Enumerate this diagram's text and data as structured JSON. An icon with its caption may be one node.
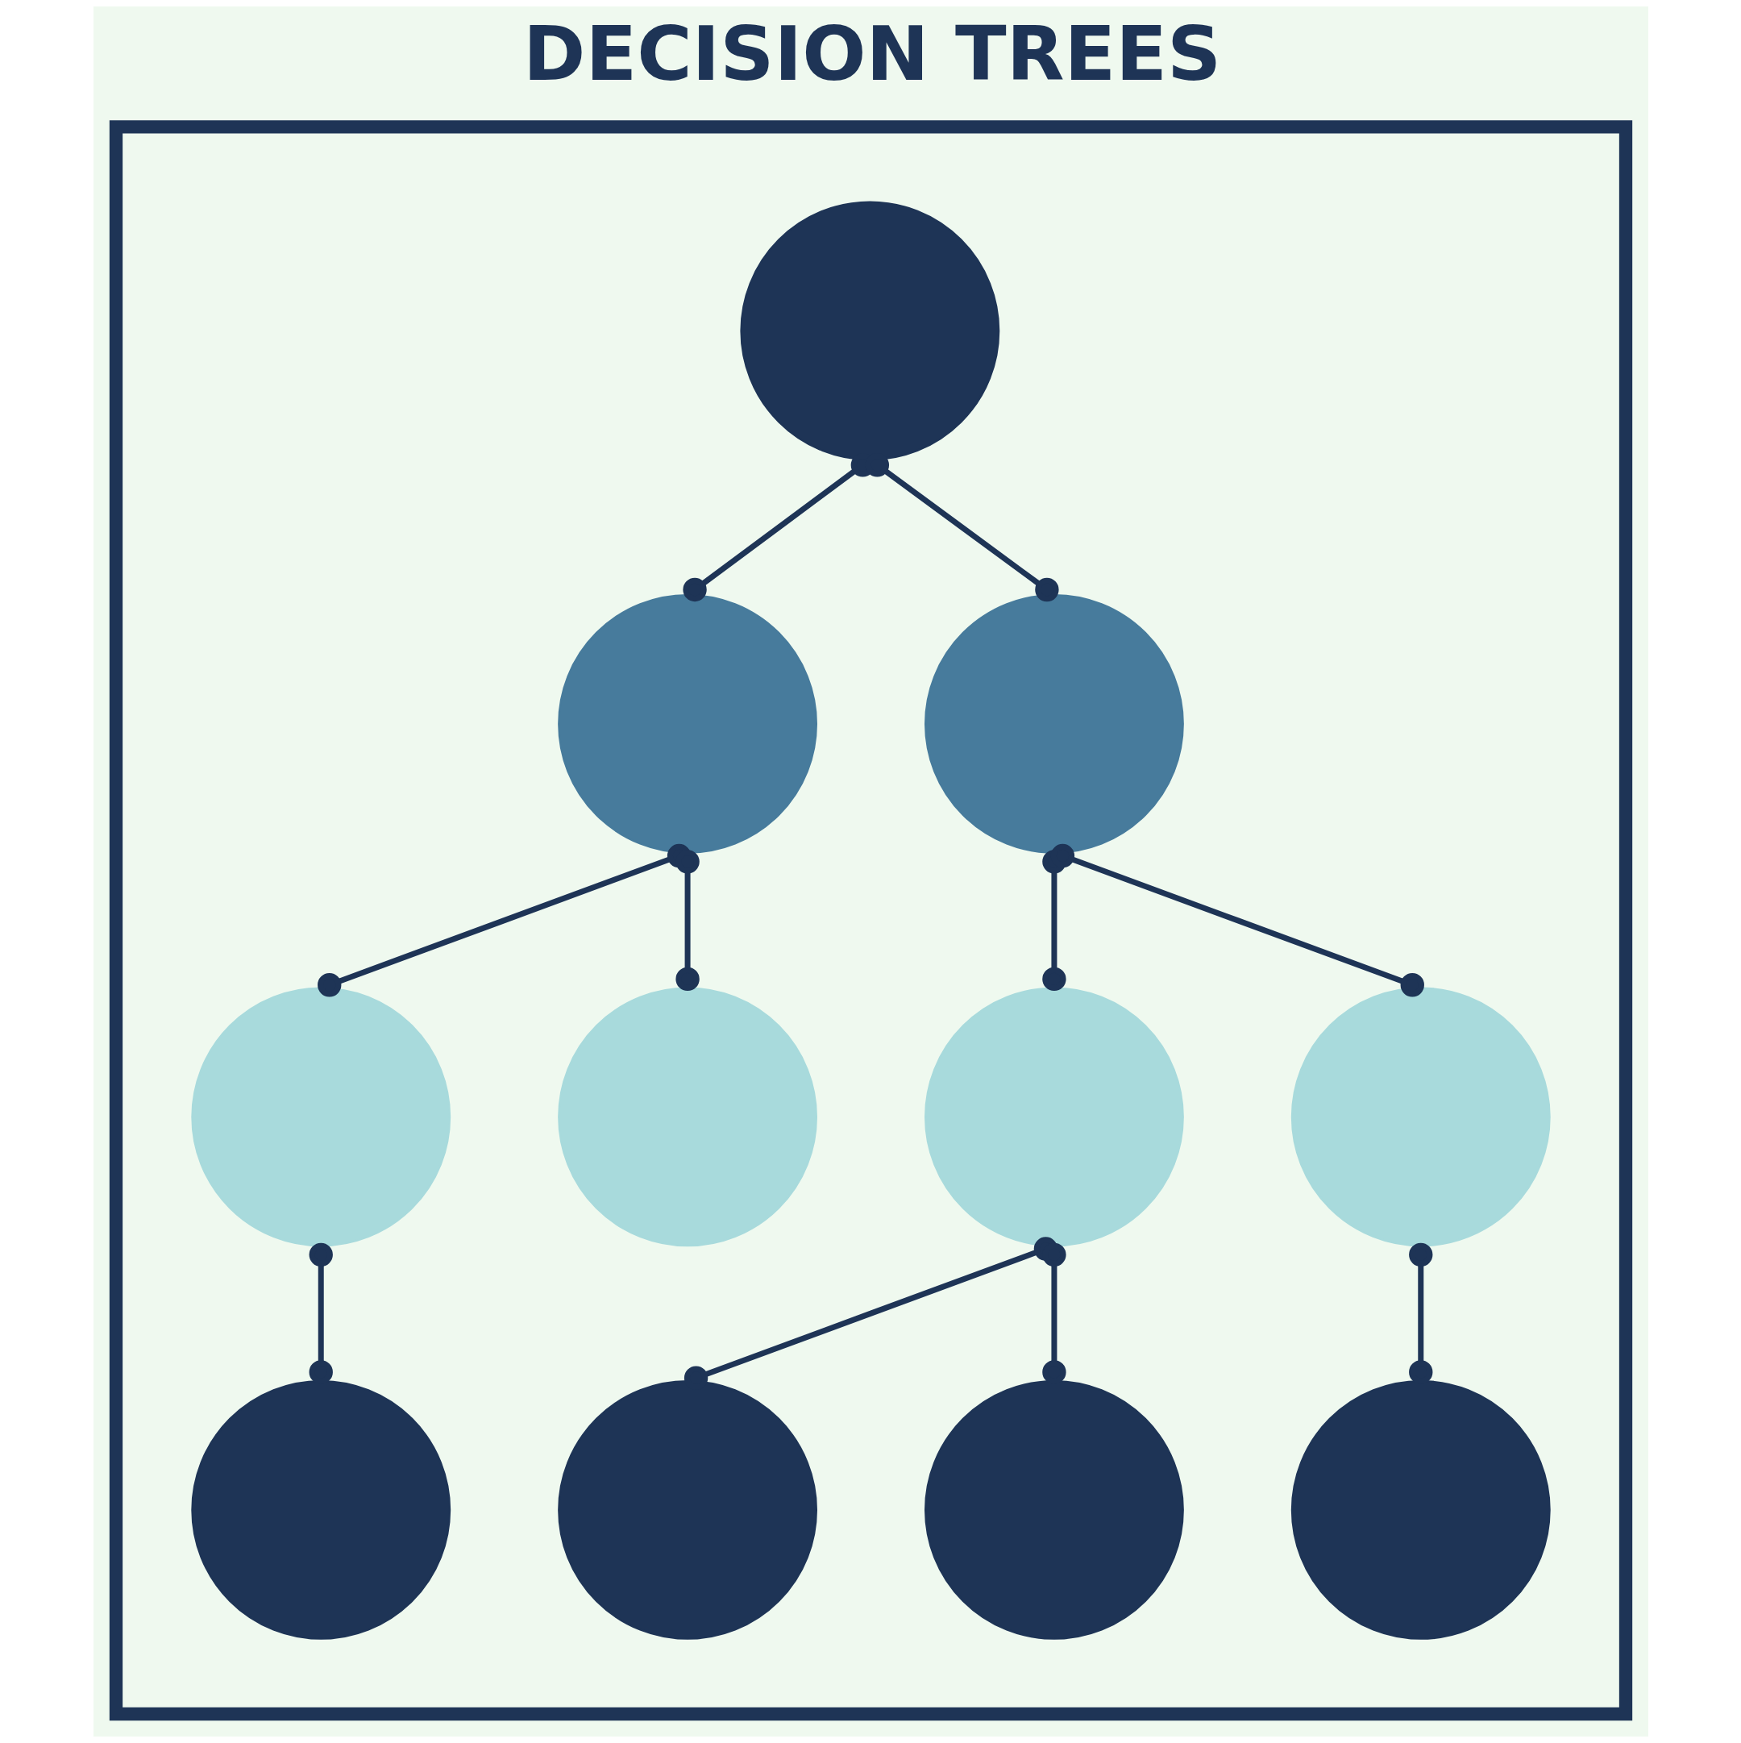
{
  "diagram": {
    "title": "DECISION TREES",
    "nodes": [
      {
        "text": [],
        "shape": "box"
      },
      {
        "text": [],
        "shape": "circle",
        "in": 0
      },
      {
        "text": [],
        "shape": "circle",
        "in": 0
      },
      {
        "text": [],
        "shape": "circle",
        "in": 0
      },
      {
        "text": [],
        "shape": "circle",
        "in": 0
      },
      {
        "text": [],
        "shape": "circle",
        "in": 0
      },
      {
        "text": [],
        "shape": "circle",
        "in": 0
      },
      {
        "text": [],
        "shape": "circle",
        "in": 0
      },
      {
        "text": [],
        "shape": "circle",
        "in": 0
      },
      {
        "text": [],
        "shape": "circle",
        "in": 0
      },
      {
        "text": [],
        "shape": "circle",
        "in": 0
      },
      {
        "text": [],
        "shape": "circle",
        "in": 0
      }
    ],
    "edges": [
      {
        "from": 1,
        "to": 2,
        "arrow": "other"
      },
      {
        "from": 1,
        "to": 3,
        "arrow": "other"
      },
      {
        "from": 2,
        "to": 4,
        "arrow": "other"
      },
      {
        "from": 2,
        "to": 5,
        "arrow": "other"
      },
      {
        "from": 3,
        "to": 6,
        "arrow": "other"
      },
      {
        "from": 3,
        "to": 7,
        "arrow": "other"
      },
      {
        "from": 4,
        "to": 8,
        "arrow": "other"
      },
      {
        "from": 6,
        "to": 9,
        "arrow": "other"
      },
      {
        "from": 6,
        "to": 10,
        "arrow": "other"
      },
      {
        "from": 7,
        "to": 11,
        "arrow": "other"
      }
    ]
  }
}
